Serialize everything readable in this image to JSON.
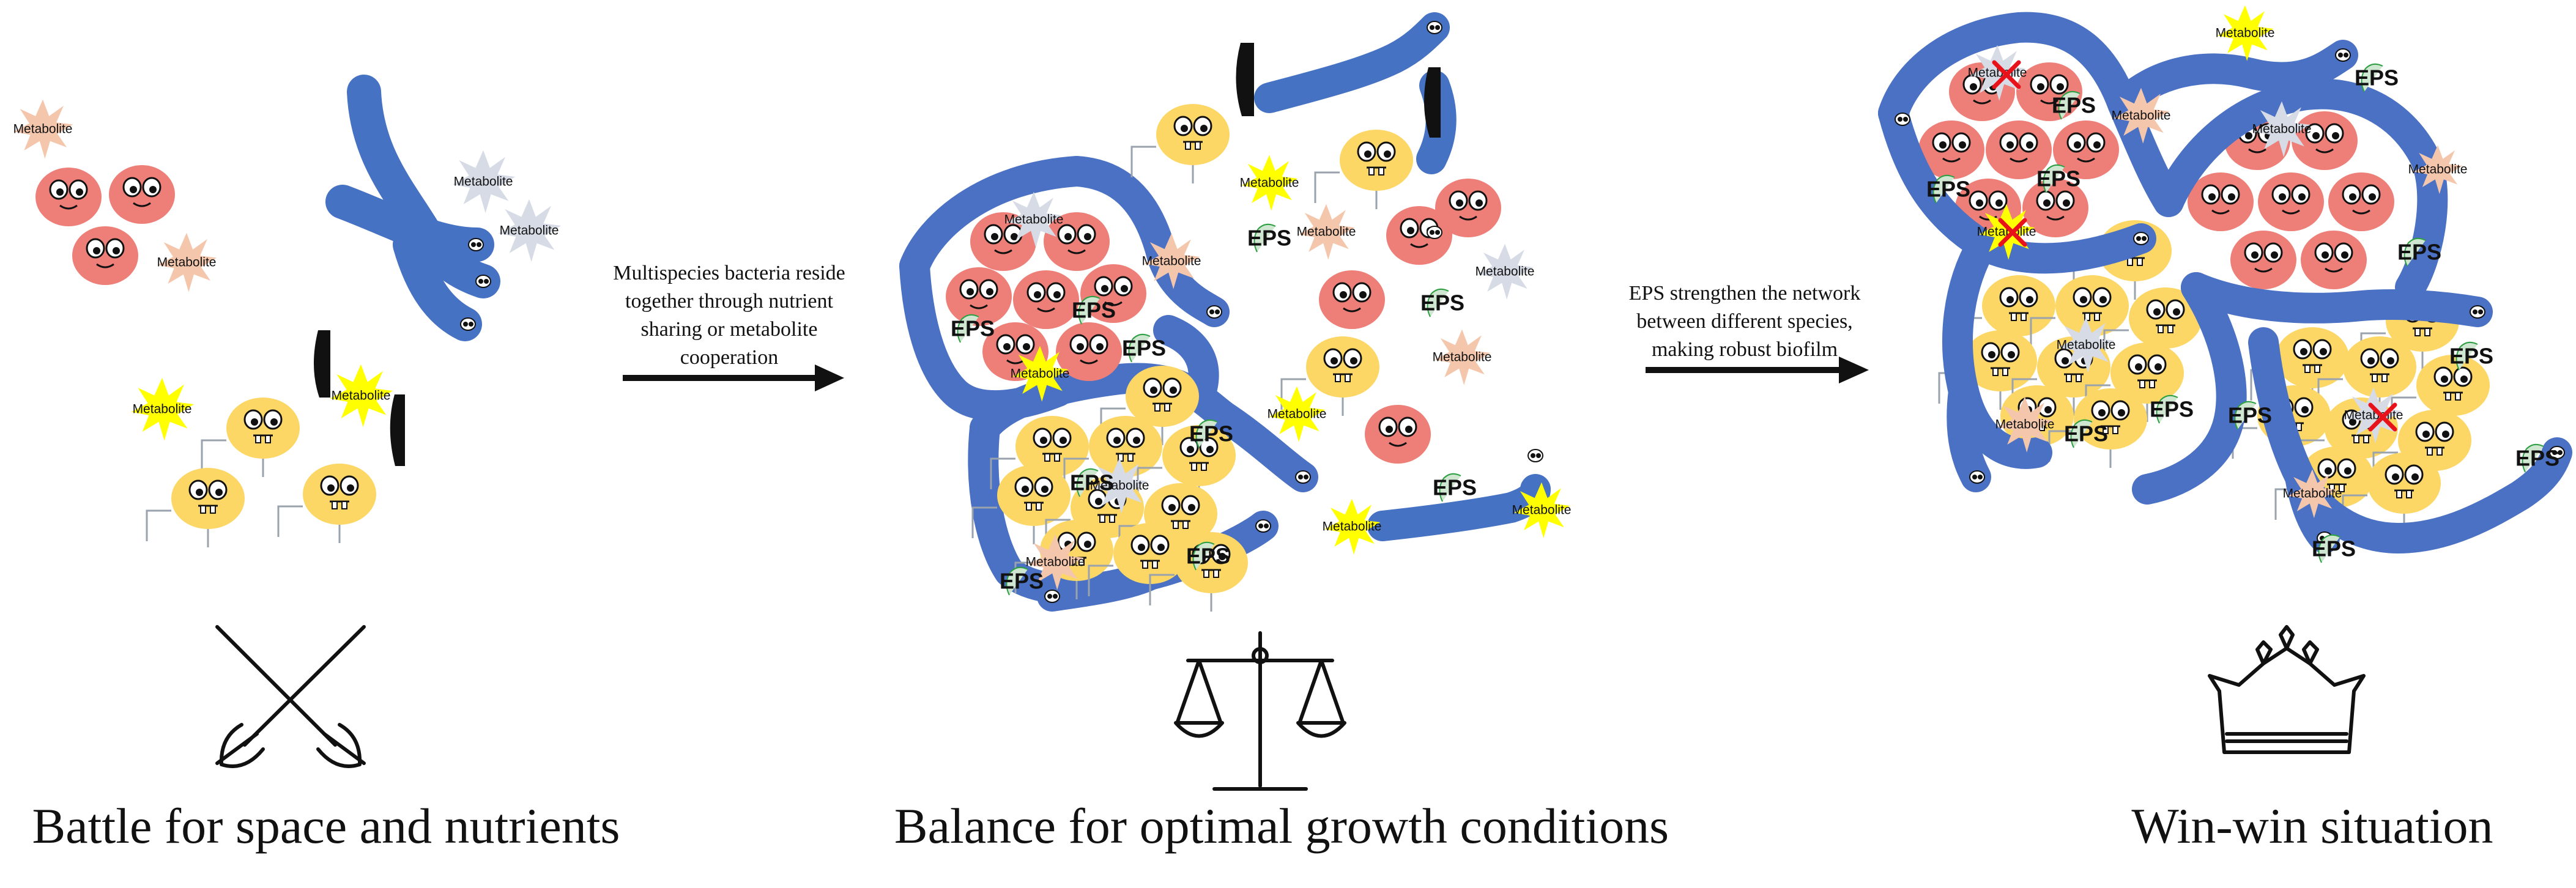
{
  "labels": {
    "metabolite": "Metabolite",
    "eps": "EPS"
  },
  "arrows": {
    "first": [
      "Multispecies bacteria reside",
      "together through nutrient",
      "sharing or metabolite",
      "cooperation"
    ],
    "second": [
      "EPS strengthen the network",
      "between different species,",
      "making robust biofilm"
    ]
  },
  "captions": {
    "battle": "Battle for space and nutrients",
    "balance": "Balance for optimal growth conditions",
    "winwin": "Win-win situation"
  },
  "colors": {
    "red_cell": "#ee7f78",
    "yellow_cell": "#fcd765",
    "rod": "#4672c4",
    "eps_network": "#4a71c4",
    "metabolite_yellow": "#ffff00",
    "metabolite_peach": "#f4c7ad",
    "metabolite_grey": "#d6dbe5",
    "inhibit_mark": "#e8121b"
  },
  "icons": [
    "crossed-swords-icon",
    "balance-scale-icon",
    "crown-icon"
  ]
}
